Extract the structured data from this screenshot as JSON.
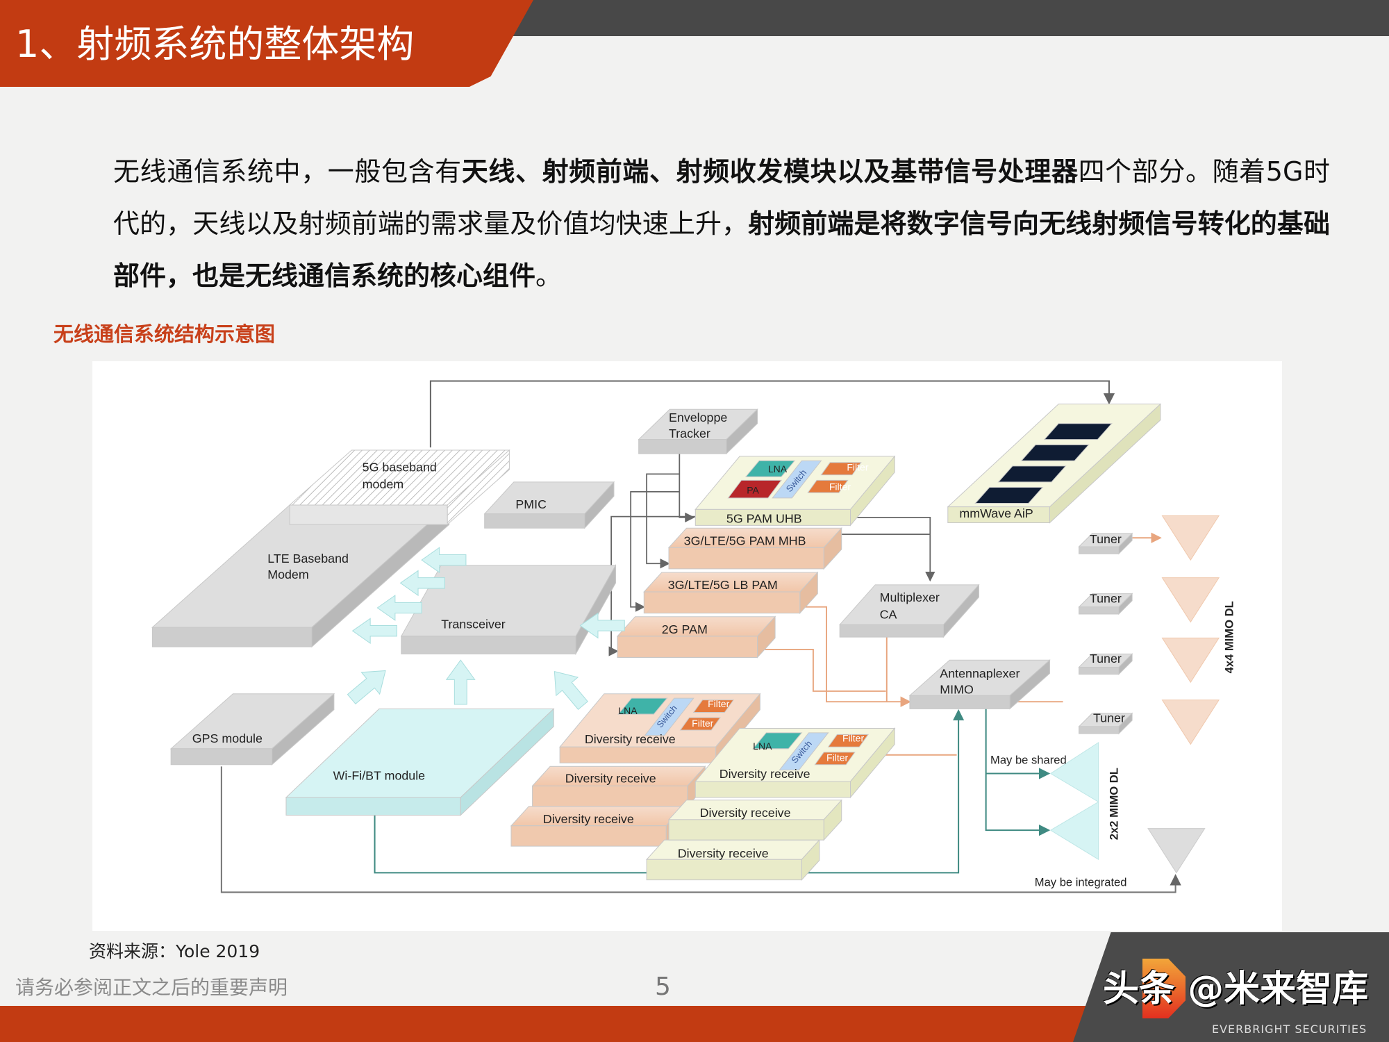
{
  "header": {
    "title": "1、射频系统的整体架构"
  },
  "body": {
    "paragraph_parts": [
      "无线通信系统中，一般包含有",
      "天线、射频前端、射频收发模块以及基带信号处理器",
      "四个部分。随着5G时代的，天线以及射频前端的需求量及价值均快速上升，",
      "射频前端是将数字信号向无线射频信号转化的基础部件，也是无线通信系统的核心组件",
      "。"
    ]
  },
  "figure": {
    "caption": "无线通信系统结构示意图",
    "labels": {
      "baseband_5g": [
        "5G baseband",
        "modem"
      ],
      "lte_baseband": [
        "LTE Baseband",
        "Modem"
      ],
      "pmic": "PMIC",
      "transceiver": "Transceiver",
      "envelope_tracker": [
        "Enveloppe",
        "Tracker"
      ],
      "pam_uhb": "5G PAM UHB",
      "pam_mhb": "3G/LTE/5G PAM MHB",
      "pam_lb": "3G/LTE/5G LB PAM",
      "pam_2g": "2G PAM",
      "mmwave": "mmWave AiP",
      "multiplexer": [
        "Multiplexer",
        "CA"
      ],
      "antennaplexer": [
        "Antennaplexer",
        "MIMO"
      ],
      "tuner": "Tuner",
      "mimo_4x4": "4x4 MIMO DL",
      "mimo_2x2": "2x2 MIMO DL",
      "may_be_shared": "May be shared",
      "may_be_integrated": "May be integrated",
      "gps": "GPS module",
      "wifi_bt": "Wi-Fi/BT module",
      "diversity": "Diversity receive",
      "lna": "LNA",
      "pa": "PA",
      "switch": "Switch",
      "filter": "Filter"
    }
  },
  "footer": {
    "source": "资料来源：Yole 2019",
    "disclaimer": "请务必参阅正文之后的重要声明",
    "page_number": "5",
    "logo_text": "EVERBRIGHT SECURITIES",
    "watermark": "头条 @米来智库"
  },
  "colors": {
    "brand_orange": "#c23b12",
    "dark_gray": "#484848",
    "caption_red": "#c8401a"
  }
}
